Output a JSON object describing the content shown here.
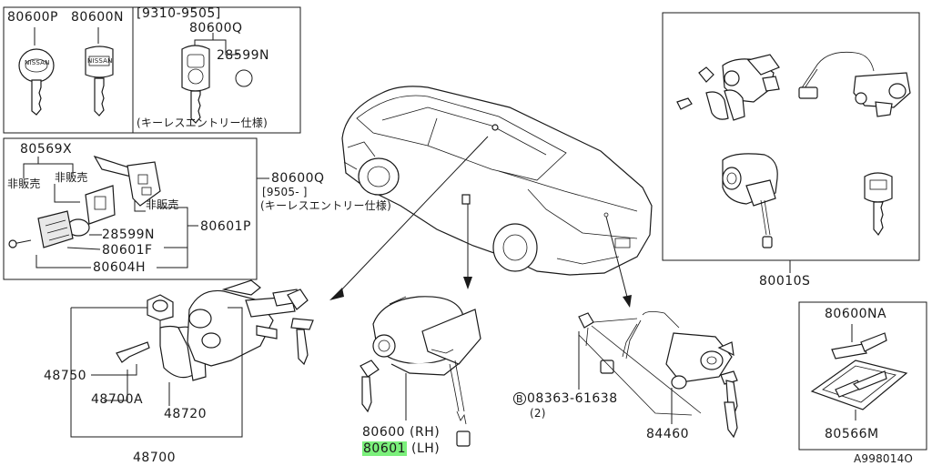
{
  "diagram_id": "A998014O",
  "panels": {
    "keys": {
      "p80600P": "80600P",
      "p80600N": "80600N",
      "key_brand": "NISSAN"
    },
    "keyless_early": {
      "date_range": "[9310-9505]",
      "p80600Q": "80600Q",
      "p28599N": "28599N",
      "note": "(キーレスエントリー仕様)"
    },
    "keyless_late": {
      "p80569X": "80569X",
      "not_sold_1": "非販売",
      "not_sold_2": "非販売",
      "not_sold_3": "非販売",
      "p28599N": "28599N",
      "p80601F": "80601F",
      "p80604H": "80604H",
      "p80601P": "80601P",
      "p80600Q": "80600Q",
      "date_range": "[9505-    ]",
      "note": "(キーレスエントリー仕様)"
    },
    "kit": {
      "p80010S": "80010S"
    },
    "key_blank": {
      "p80600NA": "80600NA",
      "p80566M": "80566M"
    }
  },
  "parts": {
    "p48750": "48750",
    "p48700A": "48700A",
    "p48720": "48720",
    "p48700": "48700",
    "p80600": "80600",
    "p80600_side": "(RH)",
    "p80601": "80601",
    "p80601_side": "(LH)",
    "bolt_marker": "B",
    "bolt": "08363-61638",
    "bolt_qty": "(2)",
    "p84460": "84460"
  },
  "highlight_color": "#7bf07b"
}
